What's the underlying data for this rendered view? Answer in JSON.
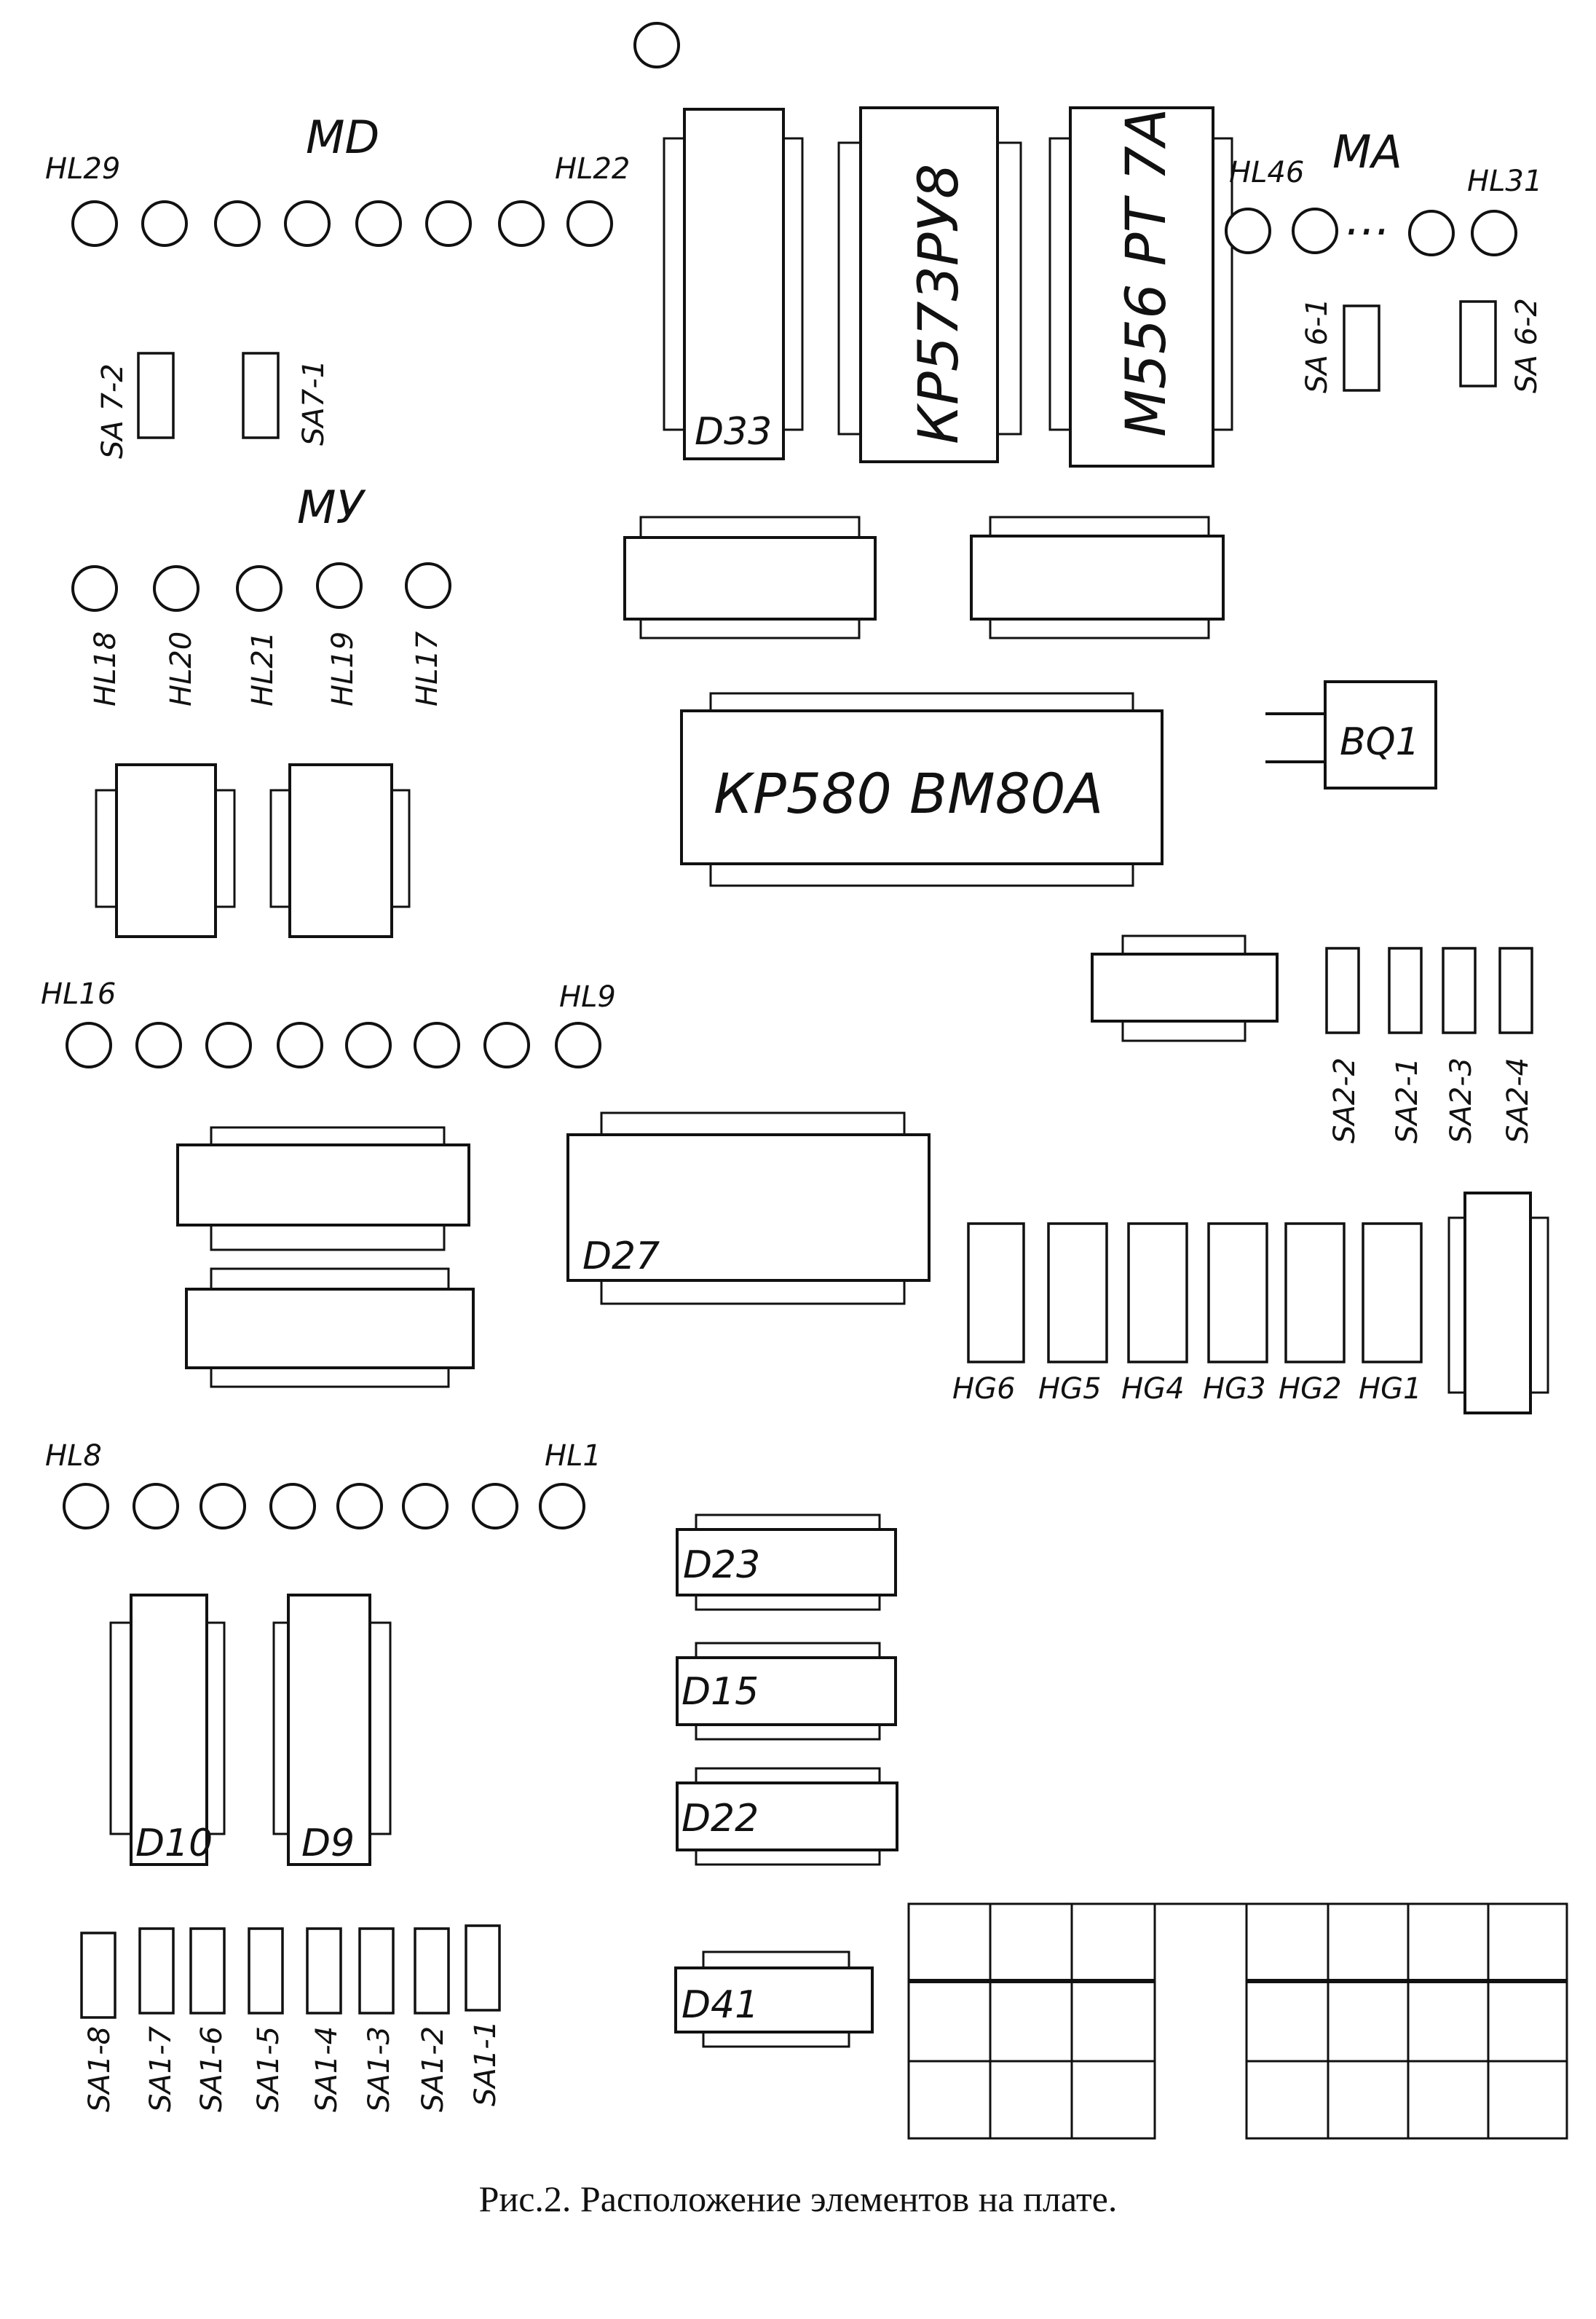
{
  "caption": "Рис.2.  Расположение элементов на плате.",
  "groups": {
    "md": "MD",
    "ma": "MA",
    "mu": "МУ"
  },
  "md_leds": {
    "left": "HL29",
    "right": "HL22"
  },
  "ma_leds": {
    "left": "HL46",
    "right": "HL31",
    "ellipsis": "…"
  },
  "mu_leds": [
    "HL18",
    "HL20",
    "HL21",
    "HL19",
    "HL17"
  ],
  "row3_leds": {
    "left": "HL16",
    "right": "HL9"
  },
  "row4_leds": {
    "left": "HL8",
    "right": "HL1"
  },
  "switches": {
    "sa7": [
      "SA 7-2",
      "SA7-1"
    ],
    "sa6": [
      "SA 6-1",
      "SA 6-2"
    ],
    "sa2": [
      "SA2-2",
      "SA2-1",
      "SA2-3",
      "SA2-4"
    ],
    "sa1": [
      "SA1-8",
      "SA1-7",
      "SA1-6",
      "SA1-5",
      "SA1-4",
      "SA1-3",
      "SA1-2",
      "SA1-1"
    ]
  },
  "chips": {
    "d33": "D33",
    "kr573": "КР573РУ8",
    "m556": "М556 РТ 7А",
    "kr580": "КР580 ВМ80А",
    "bq1": "BQ1",
    "d27": "D27",
    "d23": "D23",
    "d15": "D15",
    "d22": "D22",
    "d41": "D41",
    "d10": "D10",
    "d9": "D9"
  },
  "displays": [
    "HG6",
    "HG5",
    "HG4",
    "HG3",
    "HG2",
    "HG1"
  ]
}
